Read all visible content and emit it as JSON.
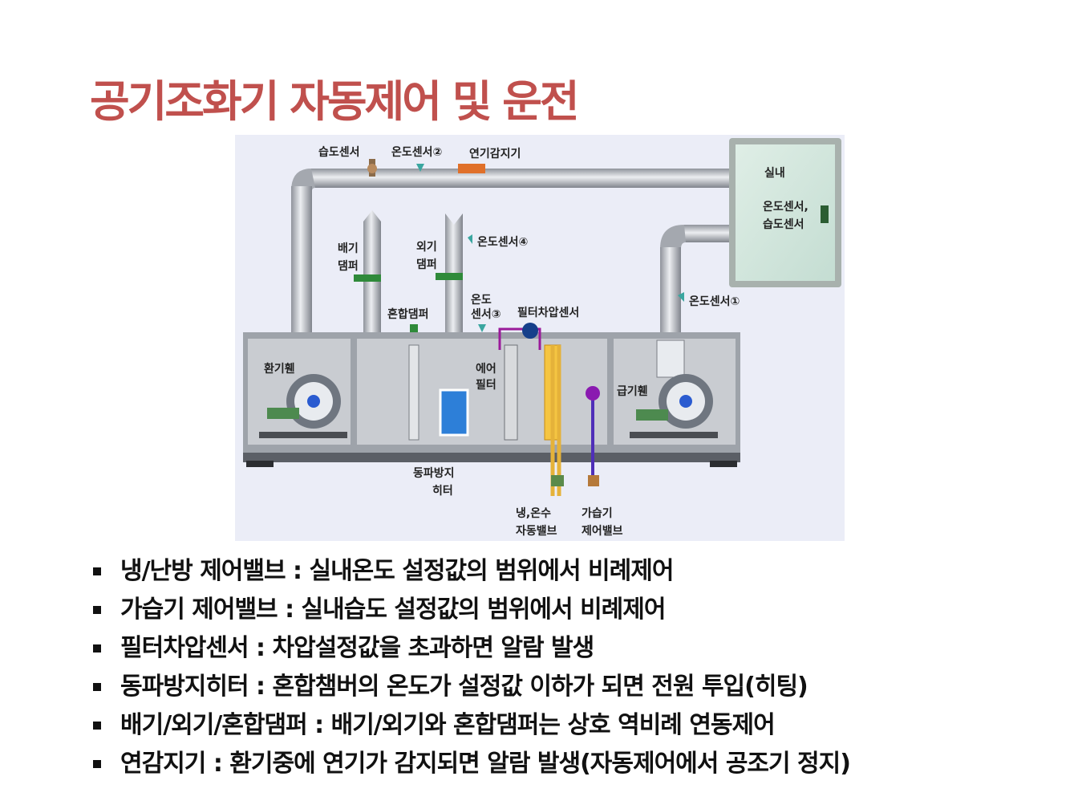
{
  "title": "공기조화기 자동제어 및 운전",
  "diagram": {
    "labels": {
      "humidity_sensor": "습도센서",
      "temp_sensor_2": "온도센서②",
      "smoke_detector": "연기감지기",
      "room": "실내",
      "room_sensor_1": "온도센서,",
      "room_sensor_2": "습도센서",
      "exhaust_damper_1": "배기",
      "exhaust_damper_2": "댐퍼",
      "outdoor_damper_1": "외기",
      "outdoor_damper_2": "댐퍼",
      "temp_sensor_4": "온도센서④",
      "mixing_damper": "혼합댐퍼",
      "temp_sensor_3a": "온도",
      "temp_sensor_3b": "센서③",
      "filter_dp_sensor": "필터차압센서",
      "temp_sensor_1": "온도센서①",
      "return_fan": "환기휀",
      "air_filter_1": "에어",
      "air_filter_2": "필터",
      "supply_fan": "급기휀",
      "antifreeze_heater_1": "동파방지",
      "antifreeze_heater_2": "히터",
      "cold_hot_valve_1": "냉,온수",
      "cold_hot_valve_2": "자동밸브",
      "humidifier_valve_1": "가습기",
      "humidifier_valve_2": "제어밸브"
    }
  },
  "bullets": [
    "냉/난방 제어밸브 : 실내온도 설정값의 범위에서 비례제어",
    "가습기 제어밸브 : 실내습도 설정값의 범위에서 비례제어",
    "필터차압센서 : 차압설정값을 초과하면 알람 발생",
    "동파방지히터 : 혼합챔버의 온도가 설정값 이하가 되면 전원 투입(히팅)",
    "배기/외기/혼합댐퍼 : 배기/외기와 혼합댐퍼는 상호 역비례 연동제어",
    "연감지기 : 환기중에 연기가 감지되면 알람 발생(자동제어에서 공조기 정지)"
  ]
}
